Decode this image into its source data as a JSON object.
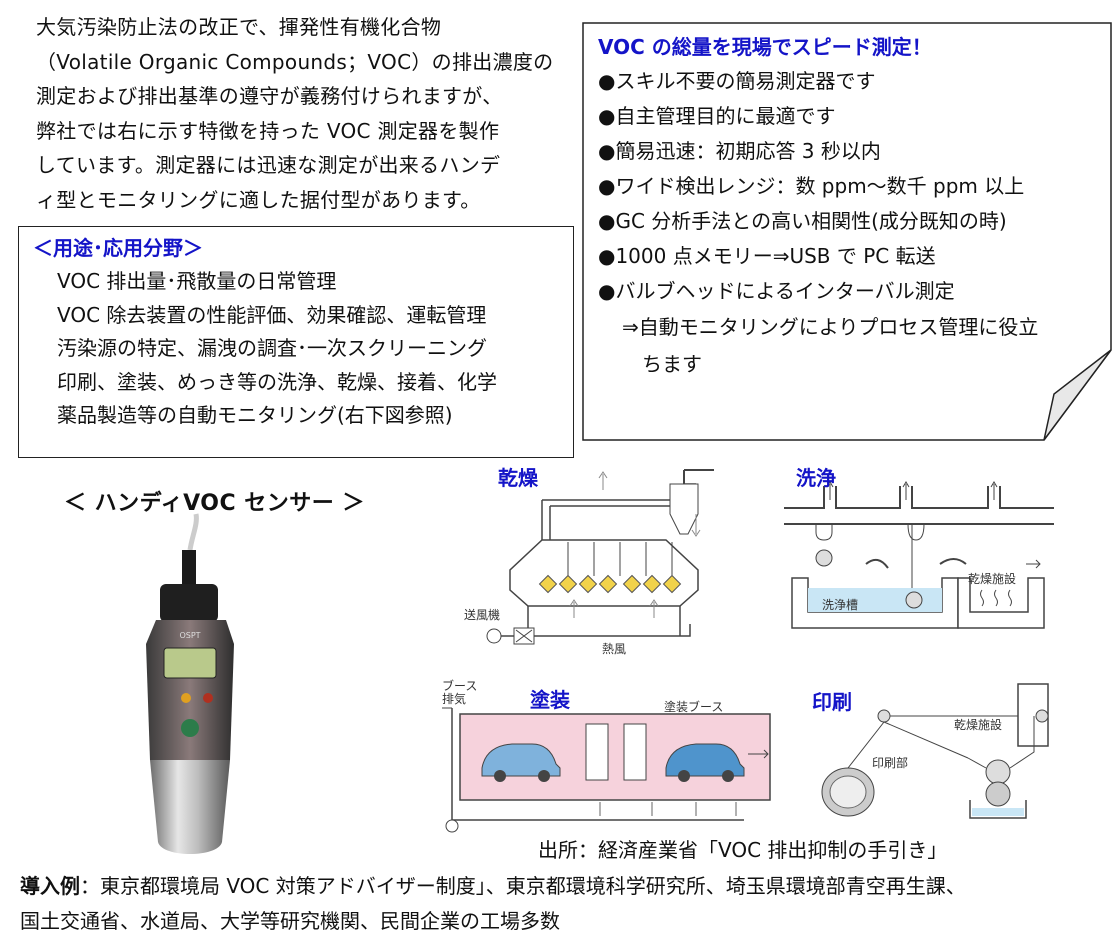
{
  "intro": {
    "lines": [
      "大気汚染防止法の改正で、揮発性有機化合物",
      "（Volatile Organic Compounds；VOC）の排出濃度の",
      "測定および排出基準の遵守が義務付けられますが、",
      "弊社では右に示す特徴を持った VOC 測定器を製作",
      "しています。測定器には迅速な測定が出来るハンデ",
      "ィ型とモニタリングに適した据付型があります。"
    ]
  },
  "applications": {
    "title": "＜用途･応用分野＞",
    "items": [
      "VOC 排出量･飛散量の日常管理",
      "VOC 除去装置の性能評価、効果確認、運転管理",
      "汚染源の特定、漏洩の調査･一次スクリーニング",
      "印刷、塗装、めっき等の洗浄、乾燥、接着、化学",
      "薬品製造等の自動モニタリング(右下図参照)"
    ]
  },
  "features": {
    "title": "VOC の総量を現場でスピード測定！",
    "items": [
      "●スキル不要の簡易測定器です",
      "●自主管理目的に最適です",
      "●簡易迅速：初期応答 3 秒以内",
      "●ワイド検出レンジ：数 ppm～数千 ppm 以上",
      "●GC 分析手法との高い相関性(成分既知の時)",
      "●1000 点メモリー⇒USB で PC 転送",
      "●バルブヘッドによるインターバル測定"
    ],
    "sub_lines": [
      "⇒自動モニタリングによりプロセス管理に役立",
      "ちます"
    ]
  },
  "device": {
    "title": "＜ ハンディVOC センサー ＞",
    "brand": "OSPT"
  },
  "diagrams": {
    "drying": {
      "label": "乾燥",
      "fan": "送風機",
      "hot_air": "熱風"
    },
    "washing": {
      "label": "洗浄",
      "tank": "洗浄槽",
      "dryer": "乾燥施設"
    },
    "painting": {
      "label": "塗装",
      "booth_exhaust": "ブース\n排気",
      "booth": "塗装ブース"
    },
    "printing": {
      "label": "印刷",
      "print_unit": "印刷部",
      "dryer": "乾燥施設"
    }
  },
  "source": "出所：経済産業省「VOC 排出抑制の手引き」",
  "adoption": {
    "lead": "導入例",
    "line1_rest": "：東京都環境局 VOC 対策アドバイザー制度」、東京都環境科学研究所、埼玉県環境部青空再生課、",
    "line2": "国土交通省、水道局、大学等研究機関、民間企業の工場多数"
  },
  "colors": {
    "accent": "#1414c8",
    "tank_water": "#c9e6f5",
    "booth_pink": "#f6d2dc",
    "car_blue": "#7fb2dc",
    "cube_yellow": "#f1d24a"
  }
}
